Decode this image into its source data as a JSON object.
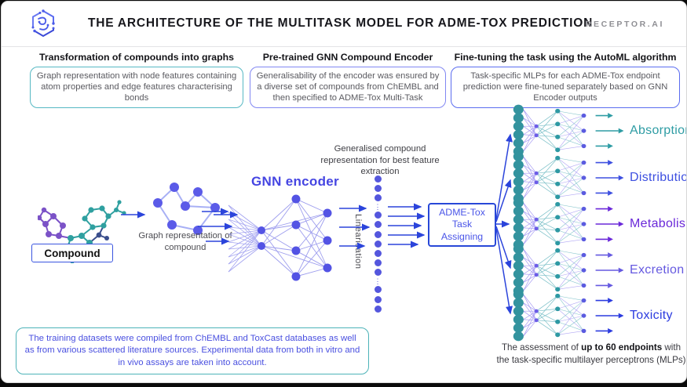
{
  "header": {
    "title": "THE ARCHITECTURE OF THE MULTITASK MODEL FOR ADME-TOX PREDICTION",
    "brand": "RECEPTOR.AI"
  },
  "sections": [
    {
      "title": "Transformation of compounds into graphs",
      "body": "Graph representation with node features containing atom properties and edge features characterising bonds",
      "border_color": "#56b8c3"
    },
    {
      "title": "Pre-trained GNN Compound Encoder",
      "body": "Generalisability of the encoder was ensured by a diverse set of compounds from ChEMBL and then specified to ADME-Tox Multi-Task",
      "border_color": "#8187f2"
    },
    {
      "title": "Fine-tuning the task using the AutoML algorithm",
      "body": "Task-specific MLPs for each ADME-Tox endpoint prediction were fine-tuned separately based on GNN Encoder outputs",
      "border_color": "#5a6cf0"
    }
  ],
  "pipeline": {
    "compound_label": "Compound",
    "graph_caption": "Graph representation of compound",
    "gnn_label": "GNN encoder",
    "generalised_caption": "Generalised compound representation for best feature extraction",
    "linearisation_label": "Linearisation",
    "task_box": {
      "line1": "ADME-Tox",
      "line2": "Task",
      "line3": "Assigning"
    }
  },
  "endpoints": [
    {
      "label": "Absorption",
      "color": "#2e9ca4"
    },
    {
      "label": "Distribution",
      "color": "#3d4fe0"
    },
    {
      "label": "Metabolism",
      "color": "#6a28d9"
    },
    {
      "label": "Excretion",
      "color": "#6559e0"
    },
    {
      "label": "Toxicity",
      "color": "#2b3bdf"
    }
  ],
  "footnotes": {
    "assessment_prefix": "The assessment of ",
    "assessment_bold": "up to 60 endpoints",
    "assessment_suffix": " with the task-specific multilayer perceptrons (MLPs)",
    "training_note": "The training datasets were compiled from ChEMBL and ToxCast databases as well as from various scattered literature sources. Experimental data from both in vitro and in vivo assays are taken into account."
  },
  "colors": {
    "arrow_blue": "#2b44db",
    "node_blue": "#5b5be8",
    "vector_dot": "#5456dd",
    "teal_node": "#33939e",
    "teal_border": "#4db3b8",
    "purple_line": "#9183f0",
    "teal_line": "#56aeb8"
  }
}
